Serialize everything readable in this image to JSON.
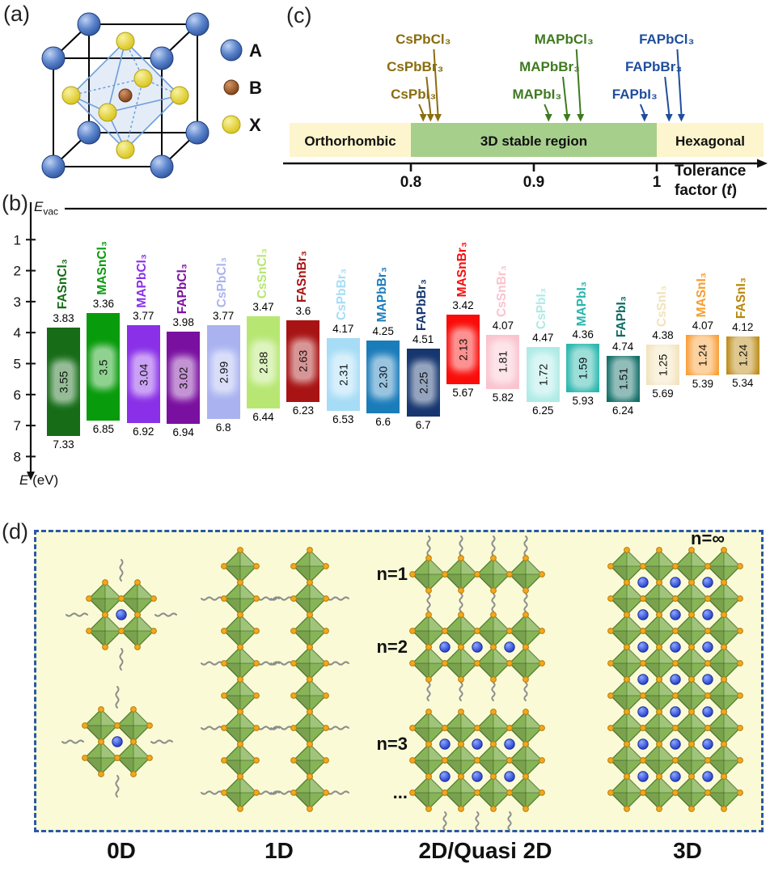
{
  "panel_a": {
    "label": "(a)",
    "legend": [
      {
        "symbol": "A",
        "color": "#4472c4"
      },
      {
        "symbol": "B",
        "color": "#8a4a1a"
      },
      {
        "symbol": "X",
        "color": "#e3d224"
      }
    ]
  },
  "panel_b": {
    "label": "(b)",
    "evac_main": "E",
    "evac_sub": "vac",
    "ylabel_e": "E",
    "ylabel_unit": " (eV)",
    "axis_ticks": [
      "1",
      "2",
      "3",
      "4",
      "5",
      "6",
      "7",
      "8"
    ]
  },
  "panel_c": {
    "label": "(c)",
    "regions": [
      {
        "name": "Orthorhombic",
        "color": "#fdf5cd"
      },
      {
        "name": "3D stable region",
        "color": "#a6cf8c"
      },
      {
        "name": "Hexagonal",
        "color": "#fdf5cd"
      }
    ],
    "axis_ticks": [
      "0.8",
      "0.9",
      "1"
    ],
    "xlabel_line1": "Tolerance",
    "xlabel_pre": "factor (",
    "xlabel_italic": "t",
    "xlabel_post": ")",
    "group_colors": {
      "Cs": "#8a6d0e",
      "MA": "#3f7a1f",
      "FA": "#1f4e9c"
    }
  },
  "panel_d": {
    "label": "(d)",
    "n_labels": {
      "n1": "n=1",
      "n2": "n=2",
      "n3": "n=3",
      "dots": "...",
      "ninf": "n=∞"
    },
    "dim_labels": [
      "0D",
      "1D",
      "2D/Quasi 2D",
      "3D"
    ]
  },
  "chart_data": [
    {
      "type": "bar",
      "description": "Band alignment: conduction band minimum (cbm), band gap (gap) and valence band maximum (vbm) in eV below vacuum level",
      "ylabel": "E (eV)",
      "y_reference_top": "Evac",
      "ylim_ticks": [
        1,
        2,
        3,
        4,
        5,
        6,
        7,
        8
      ],
      "series": [
        {
          "name": "FASnCl₃",
          "cbm": "3.83",
          "gap": "3.55",
          "vbm": "7.33",
          "color": "#166c17"
        },
        {
          "name": "MASnCl₃",
          "cbm": "3.36",
          "gap": "3.5",
          "vbm": "6.85",
          "color": "#089b0b"
        },
        {
          "name": "MAPbCl₃",
          "cbm": "3.77",
          "gap": "3.04",
          "vbm": "6.92",
          "color": "#8930e8"
        },
        {
          "name": "FAPbCl₃",
          "cbm": "3.98",
          "gap": "3.02",
          "vbm": "6.94",
          "color": "#7a10a0"
        },
        {
          "name": "CsPbCl₃",
          "cbm": "3.77",
          "gap": "2.99",
          "vbm": "6.8",
          "color": "#aab3f0"
        },
        {
          "name": "CsSnCl₃",
          "cbm": "3.47",
          "gap": "2.88",
          "vbm": "6.44",
          "color": "#b7e772"
        },
        {
          "name": "FASnBr₃",
          "cbm": "3.6",
          "gap": "2.63",
          "vbm": "6.23",
          "color": "#a81414"
        },
        {
          "name": "CsPbBr₃",
          "cbm": "4.17",
          "gap": "2.31",
          "vbm": "6.53",
          "color": "#a7dcf6"
        },
        {
          "name": "MAPbBr₃",
          "cbm": "4.25",
          "gap": "2.30",
          "vbm": "6.6",
          "color": "#1b7cba"
        },
        {
          "name": "FAPbBr₃",
          "cbm": "4.51",
          "gap": "2.25",
          "vbm": "6.7",
          "color": "#16366f"
        },
        {
          "name": "MASnBr₃",
          "cbm": "3.42",
          "gap": "2.13",
          "vbm": "5.67",
          "color": "#f90d0a"
        },
        {
          "name": "CsSnBr₃",
          "cbm": "4.07",
          "gap": "1.81",
          "vbm": "5.82",
          "color": "#fac3ce"
        },
        {
          "name": "CsPbI₃",
          "cbm": "4.47",
          "gap": "1.72",
          "vbm": "6.25",
          "color": "#aeebe6"
        },
        {
          "name": "MAPbI₃",
          "cbm": "4.36",
          "gap": "1.59",
          "vbm": "5.93",
          "color": "#27b5ac"
        },
        {
          "name": "FAPbI₃",
          "cbm": "4.74",
          "gap": "1.51",
          "vbm": "6.24",
          "color": "#0b6a64"
        },
        {
          "name": "CsSnI₃",
          "cbm": "4.38",
          "gap": "1.25",
          "vbm": "5.69",
          "color": "#f2e2b8"
        },
        {
          "name": "MASnI₃",
          "cbm": "4.07",
          "gap": "1.24",
          "vbm": "5.39",
          "color": "#f89b2e"
        },
        {
          "name": "FASnI₃",
          "cbm": "4.12",
          "gap": "1.24",
          "vbm": "5.34",
          "color": "#b8860b"
        }
      ]
    },
    {
      "type": "scatter",
      "description": "Tolerance factor positions of Pb halide perovskites",
      "xlabel": "Tolerance factor (t)",
      "x_ticks": [
        0.8,
        0.9,
        1
      ],
      "regions": [
        {
          "name": "Orthorhombic",
          "range": "t < 0.8"
        },
        {
          "name": "3D stable region",
          "range": "0.8 – 1"
        },
        {
          "name": "Hexagonal",
          "range": "t > 1"
        }
      ],
      "points": [
        {
          "name": "CsPbI₃",
          "t": 0.81,
          "group": "Cs"
        },
        {
          "name": "CsPbBr₃",
          "t": 0.816,
          "group": "Cs"
        },
        {
          "name": "CsPbCl₃",
          "t": 0.822,
          "group": "Cs"
        },
        {
          "name": "MAPbI₃",
          "t": 0.912,
          "group": "MA"
        },
        {
          "name": "MAPbBr₃",
          "t": 0.927,
          "group": "MA"
        },
        {
          "name": "MAPbCl₃",
          "t": 0.938,
          "group": "MA"
        },
        {
          "name": "FAPbI₃",
          "t": 0.99,
          "group": "FA"
        },
        {
          "name": "FAPbBr₃",
          "t": 1.01,
          "group": "FA"
        },
        {
          "name": "FAPbCl₃",
          "t": 1.02,
          "group": "FA"
        }
      ]
    }
  ]
}
